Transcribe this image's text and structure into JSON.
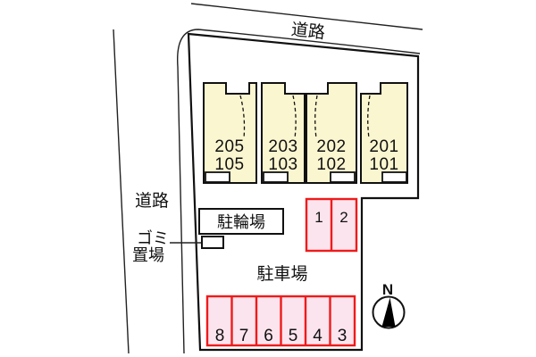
{
  "plan": {
    "roads": {
      "top_label": "道路",
      "left_label": "道路"
    },
    "building": {
      "units": [
        {
          "upper": "205",
          "lower": "105"
        },
        {
          "upper": "203",
          "lower": "103"
        },
        {
          "upper": "202",
          "lower": "102"
        },
        {
          "upper": "201",
          "lower": "101"
        }
      ]
    },
    "facilities": {
      "bicycle_parking_label": "駐輪場",
      "garbage_area_label": [
        "ゴミ",
        "置場"
      ],
      "car_parking_label": "駐車場"
    },
    "parking": {
      "upper_row_spaces": [
        "1",
        "2"
      ],
      "lower_row_spaces": [
        "8",
        "7",
        "6",
        "5",
        "4",
        "3"
      ]
    },
    "compass": {
      "north_label": "N"
    },
    "colors": {
      "site_fill": "#eeeeef",
      "unit_fill": "#faf6d0",
      "parking_fill": "#fce4ee",
      "parking_border": "#ee1b1b"
    }
  }
}
